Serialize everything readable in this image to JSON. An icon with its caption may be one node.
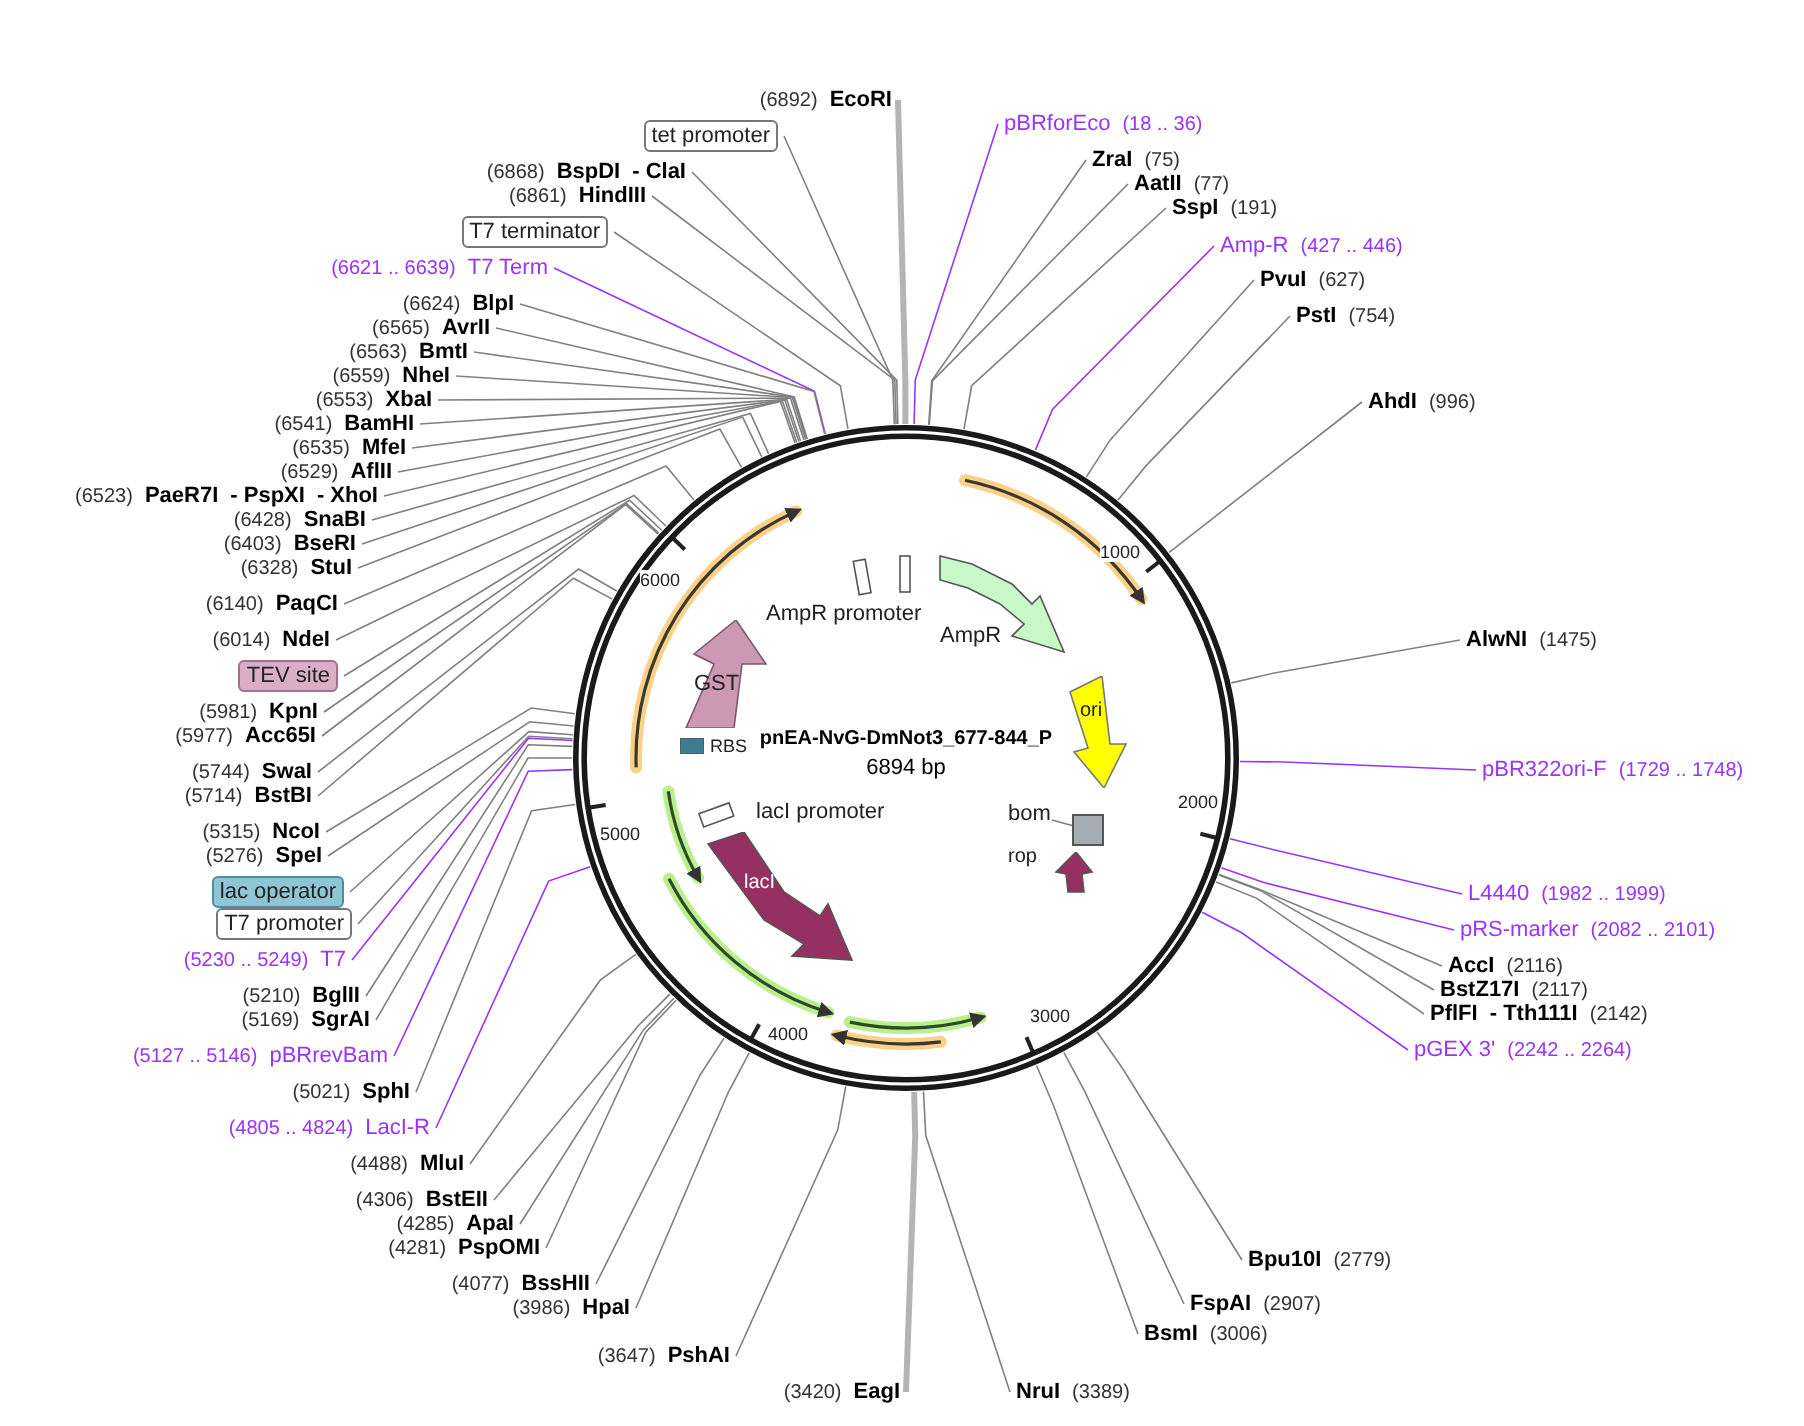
{
  "diagram": {
    "nodes": [
      {
        "text": [
          "(6892)",
          "EcoRI"
        ]
      },
      {
        "text": [
          "tet promoter"
        ]
      },
      {
        "text": [
          "(6868)",
          "BspDI",
          "- ClaI"
        ]
      },
      {
        "text": [
          "(6861)",
          "HindIII"
        ]
      },
      {
        "text": [
          "T7 terminator"
        ]
      },
      {
        "text": [
          "(6621 .. 6639)",
          "T7 Term"
        ]
      },
      {
        "text": [
          "(6624)",
          "BlpI"
        ]
      },
      {
        "text": [
          "(6565)",
          "AvrII"
        ]
      },
      {
        "text": [
          "(6563)",
          "BmtI"
        ]
      },
      {
        "text": [
          "(6559)",
          "NheI"
        ]
      },
      {
        "text": [
          "(6553)",
          "XbaI"
        ]
      },
      {
        "text": [
          "(6541)",
          "BamHI"
        ]
      },
      {
        "text": [
          "(6535)",
          "MfeI"
        ]
      },
      {
        "text": [
          "(6529)",
          "AflII"
        ]
      },
      {
        "text": [
          "(6523)",
          "PaeR7I",
          "- PspXI",
          "- XhoI"
        ]
      },
      {
        "text": [
          "(6428)",
          "SnaBI"
        ]
      },
      {
        "text": [
          "(6403)",
          "BseRI"
        ]
      },
      {
        "text": [
          "(6328)",
          "StuI"
        ]
      },
      {
        "text": [
          "(6140)",
          "PaqCI"
        ]
      },
      {
        "text": [
          "(6014)",
          "NdeI"
        ]
      },
      {
        "text": [
          "TEV site"
        ]
      },
      {
        "text": [
          "(5981)",
          "KpnI"
        ]
      },
      {
        "text": [
          "(5977)",
          "Acc65I"
        ]
      },
      {
        "text": [
          "(5744)",
          "SwaI"
        ]
      },
      {
        "text": [
          "(5714)",
          "BstBI"
        ]
      },
      {
        "text": [
          "(5315)",
          "NcoI"
        ]
      },
      {
        "text": [
          "(5276)",
          "SpeI"
        ]
      },
      {
        "text": [
          "lac operator"
        ]
      },
      {
        "text": [
          "T7 promoter"
        ]
      },
      {
        "text": [
          "(5230 .. 5249)",
          "T7"
        ]
      },
      {
        "text": [
          "(5210)",
          "BglII"
        ]
      },
      {
        "text": [
          "(5169)",
          "SgrAI"
        ]
      },
      {
        "text": [
          "(5127 .. 5146)",
          "pBRrevBam"
        ]
      },
      {
        "text": [
          "(5021)",
          "SphI"
        ]
      },
      {
        "text": [
          "(4805 .. 4824)",
          "LacI-R"
        ]
      },
      {
        "text": [
          "(4488)",
          "MluI"
        ]
      },
      {
        "text": [
          "(4306)",
          "BstEII"
        ]
      },
      {
        "text": [
          "(4285)",
          "ApaI"
        ]
      },
      {
        "text": [
          "(4281)",
          "PspOMI"
        ]
      },
      {
        "text": [
          "(4077)",
          "BssHII"
        ]
      },
      {
        "text": [
          "(3986)",
          "HpaI"
        ]
      },
      {
        "text": [
          "(3647)",
          "PshAI"
        ]
      },
      {
        "text": [
          "(3420)",
          "EagI"
        ]
      },
      {
        "text": [
          "NruI",
          "(3389)"
        ]
      },
      {
        "text": [
          "BsmI",
          "(3006)"
        ]
      },
      {
        "text": [
          "FspAI",
          "(2907)"
        ]
      },
      {
        "text": [
          "Bpu10I",
          "(2779)"
        ]
      },
      {
        "text": [
          "pGEX 3'",
          "(2242 .. 2264)"
        ]
      },
      {
        "text": [
          "PflFI",
          "- Tth111I",
          "(2142)"
        ]
      },
      {
        "text": [
          "BstZ17I",
          "(2117)"
        ]
      },
      {
        "text": [
          "AccI",
          "(2116)"
        ]
      },
      {
        "text": [
          "pRS-marker",
          "(2082 .. 2101)"
        ]
      },
      {
        "text": [
          "L4440",
          "(1982 .. 1999)"
        ]
      },
      {
        "text": [
          "pBR322ori-F",
          "(1729 .. 1748)"
        ]
      },
      {
        "text": [
          "AlwNI",
          "(1475)"
        ]
      },
      {
        "text": [
          "AhdI",
          "(996)"
        ]
      },
      {
        "text": [
          "PstI",
          "(754)"
        ]
      },
      {
        "text": [
          "PvuI",
          "(627)"
        ]
      },
      {
        "text": [
          "Amp-R",
          "(427 .. 446)"
        ]
      },
      {
        "text": [
          "SspI",
          "(191)"
        ]
      },
      {
        "text": [
          "AatII",
          "(77)"
        ]
      },
      {
        "text": [
          "ZraI",
          "(75)"
        ]
      },
      {
        "text": [
          "pBRforEco",
          "(18 .. 36)"
        ]
      },
      {
        "text": [
          "pnEA-NvG-DmNot3_677-844_P",
          "6894 bp"
        ]
      },
      {
        "text": [
          "GST"
        ],
        "in": 63
      },
      {
        "text": [
          "AmpR promoter"
        ],
        "in": 63
      },
      {
        "text": [
          "AmpR"
        ],
        "in": 63
      },
      {
        "text": [
          "ori"
        ],
        "in": 63
      },
      {
        "text": [
          "RBS"
        ],
        "in": 63
      },
      {
        "text": [
          "lacI promoter"
        ],
        "in": 63
      },
      {
        "text": [
          "lacI"
        ],
        "in": 63
      },
      {
        "text": [
          "bom"
        ],
        "in": 63
      },
      {
        "text": [],
        "shape": "box",
        "in": 63
      },
      {
        "text": [
          "rop"
        ],
        "in": 63
      }
    ],
    "edges": [
      {
        "from": 0,
        "to": 63,
        "arrow": "none",
        "style": "thick",
        "color": "#b4b4b4"
      },
      {
        "from": 1,
        "to": 63,
        "arrow": "none"
      },
      {
        "from": 2,
        "to": 63,
        "arrow": "none"
      },
      {
        "from": 3,
        "to": 63,
        "arrow": "none"
      },
      {
        "from": 4,
        "to": 63,
        "arrow": "none"
      },
      {
        "from": 5,
        "to": 63,
        "arrow": "none",
        "color": "#9933ff"
      },
      {
        "from": 6,
        "to": 63,
        "arrow": "none"
      },
      {
        "from": 7,
        "to": 63,
        "arrow": "none"
      },
      {
        "from": 8,
        "to": 63,
        "arrow": "none"
      },
      {
        "from": 9,
        "to": 63,
        "arrow": "none"
      },
      {
        "from": 10,
        "to": 63,
        "arrow": "none"
      },
      {
        "from": 11,
        "to": 63,
        "arrow": "none"
      },
      {
        "from": 12,
        "to": 63,
        "arrow": "none"
      },
      {
        "from": 13,
        "to": 63,
        "arrow": "none"
      },
      {
        "from": 14,
        "to": 63,
        "arrow": "none"
      },
      {
        "from": 15,
        "to": 63,
        "arrow": "none"
      },
      {
        "from": 16,
        "to": 63,
        "arrow": "none"
      },
      {
        "from": 17,
        "to": 63,
        "arrow": "none"
      },
      {
        "from": 18,
        "to": 63,
        "arrow": "none"
      },
      {
        "from": 19,
        "to": 63,
        "arrow": "none"
      },
      {
        "from": 20,
        "to": 63,
        "arrow": "none"
      },
      {
        "from": 21,
        "to": 63,
        "arrow": "none"
      },
      {
        "from": 22,
        "to": 63,
        "arrow": "none"
      },
      {
        "from": 23,
        "to": 63,
        "arrow": "none"
      },
      {
        "from": 24,
        "to": 63,
        "arrow": "none"
      },
      {
        "from": 25,
        "to": 63,
        "arrow": "none"
      },
      {
        "from": 26,
        "to": 63,
        "arrow": "none"
      },
      {
        "from": 27,
        "to": 63,
        "arrow": "none"
      },
      {
        "from": 28,
        "to": 63,
        "arrow": "none"
      },
      {
        "from": 29,
        "to": 63,
        "arrow": "none",
        "color": "#9933ff"
      },
      {
        "from": 30,
        "to": 63,
        "arrow": "none"
      },
      {
        "from": 31,
        "to": 63,
        "arrow": "none"
      },
      {
        "from": 32,
        "to": 63,
        "arrow": "none",
        "color": "#9933ff"
      },
      {
        "from": 33,
        "to": 63,
        "arrow": "none"
      },
      {
        "from": 34,
        "to": 63,
        "arrow": "none",
        "color": "#9933ff"
      },
      {
        "from": 35,
        "to": 63,
        "arrow": "none"
      },
      {
        "from": 36,
        "to": 63,
        "arrow": "none"
      },
      {
        "from": 37,
        "to": 63,
        "arrow": "none"
      },
      {
        "from": 38,
        "to": 63,
        "arrow": "none"
      },
      {
        "from": 39,
        "to": 63,
        "arrow": "none"
      },
      {
        "from": 40,
        "to": 63,
        "arrow": "none"
      },
      {
        "from": 41,
        "to": 63,
        "arrow": "none"
      },
      {
        "from": 42,
        "to": 63,
        "arrow": "none",
        "style": "thick",
        "color": "#b4b4b4"
      },
      {
        "from": 43,
        "to": 63,
        "arrow": "none"
      },
      {
        "from": 44,
        "to": 63,
        "arrow": "none"
      },
      {
        "from": 45,
        "to": 63,
        "arrow": "none"
      },
      {
        "from": 46,
        "to": 63,
        "arrow": "none"
      },
      {
        "from": 47,
        "to": 63,
        "arrow": "none",
        "color": "#9933ff"
      },
      {
        "from": 48,
        "to": 63,
        "arrow": "none"
      },
      {
        "from": 49,
        "to": 63,
        "arrow": "none"
      },
      {
        "from": 50,
        "to": 63,
        "arrow": "none"
      },
      {
        "from": 51,
        "to": 63,
        "arrow": "none",
        "color": "#9933ff"
      },
      {
        "from": 52,
        "to": 63,
        "arrow": "none",
        "color": "#9933ff"
      },
      {
        "from": 53,
        "to": 63,
        "arrow": "none",
        "color": "#9933ff"
      },
      {
        "from": 54,
        "to": 63,
        "arrow": "none"
      },
      {
        "from": 55,
        "to": 63,
        "arrow": "none"
      },
      {
        "from": 56,
        "to": 63,
        "arrow": "none"
      },
      {
        "from": 57,
        "to": 63,
        "arrow": "none"
      },
      {
        "from": 58,
        "to": 63,
        "arrow": "none",
        "color": "#9933ff"
      },
      {
        "from": 59,
        "to": 63,
        "arrow": "none"
      },
      {
        "from": 60,
        "to": 63,
        "arrow": "none"
      },
      {
        "from": 61,
        "to": 63,
        "arrow": "none"
      },
      {
        "from": 62,
        "to": 63,
        "arrow": "none",
        "color": "#9933ff"
      },
      {
        "from": 71,
        "to": 72,
        "arrow": "none"
      }
    ],
    "labels": [
      "1000",
      "2000",
      "3000",
      "4000",
      "5000",
      "6000"
    ]
  }
}
